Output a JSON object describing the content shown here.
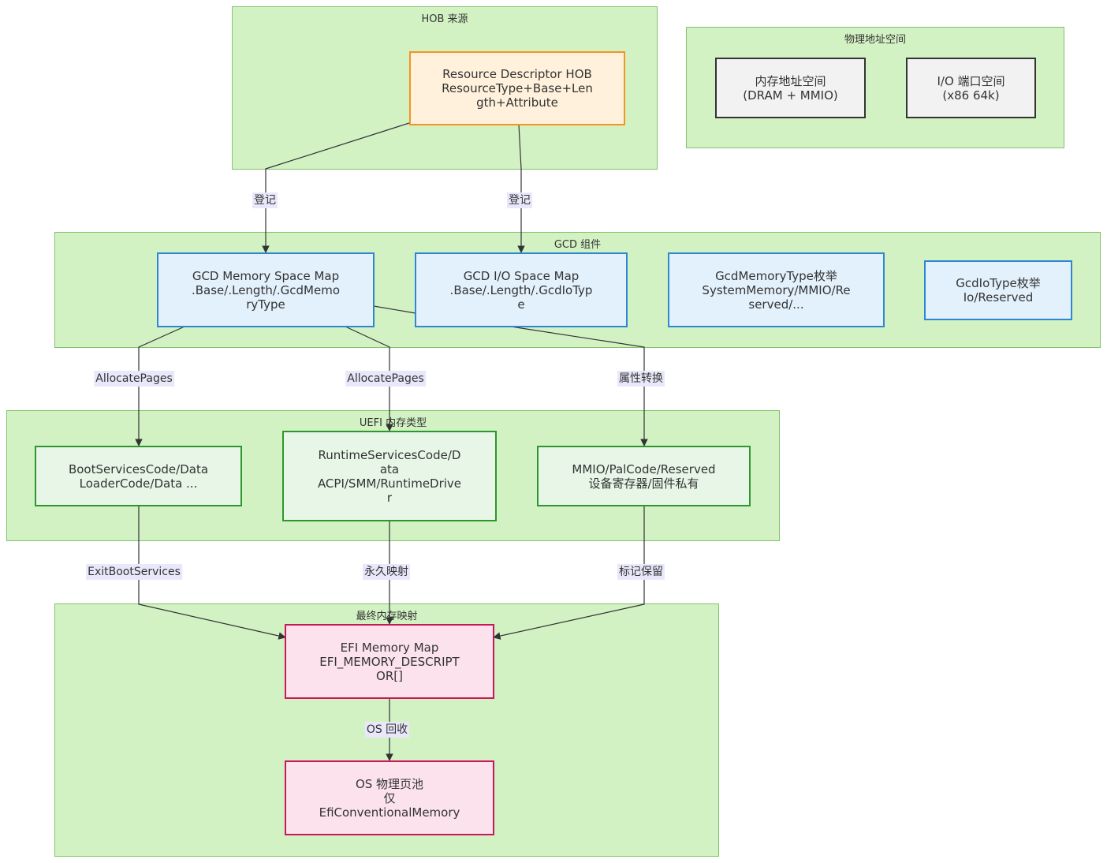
{
  "clusters": {
    "hob": "HOB 来源",
    "physical": "物理地址空间",
    "gcd": "GCD 组件",
    "uefi": "UEFI 内存类型",
    "final": "最终内存映射"
  },
  "nodes": {
    "resource_hob": [
      "Resource Descriptor HOB",
      "ResourceType+Base+Len",
      "gth+Attribute"
    ],
    "mem_space": [
      "内存地址空间",
      "(DRAM + MMIO)"
    ],
    "io_space": [
      "I/O 端口空间",
      "(x86 64k)"
    ],
    "gcd_mem_map": [
      "GCD Memory Space Map",
      ".Base/.Length/.GcdMemo",
      "ryType"
    ],
    "gcd_io_map": [
      "GCD I/O Space Map",
      ".Base/.Length/.GcdIoTyp",
      "e"
    ],
    "gcd_mem_type": [
      "GcdMemoryType枚举",
      "SystemMemory/MMIO/Re",
      "served/..."
    ],
    "gcd_io_type": [
      "GcdIoType枚举",
      "Io/Reserved"
    ],
    "boot_services": [
      "BootServicesCode/Data",
      "LoaderCode/Data ..."
    ],
    "runtime_services": [
      "RuntimeServicesCode/D",
      "ata",
      "ACPI/SMM/RuntimeDrive",
      "r"
    ],
    "mmio_pal": [
      "MMIO/PalCode/Reserved",
      "设备寄存器/固件私有"
    ],
    "efi_memory_map": [
      "EFI Memory Map",
      "EFI_MEMORY_DESCRIPT",
      "OR[]"
    ],
    "os_pool": [
      "OS 物理页池",
      "仅",
      "EfiConventionalMemory"
    ]
  },
  "edges": {
    "register_1": "登记",
    "register_2": "登记",
    "allocate_1": "AllocatePages",
    "allocate_2": "AllocatePages",
    "attr_convert": "属性转换",
    "exit_boot": "ExitBootServices",
    "permanent_map": "永久映射",
    "mark_reserved": "标记保留",
    "os_reclaim": "OS 回收"
  },
  "colors": {
    "cluster_fill": "#d3f2c4",
    "edge": "#333333",
    "label_bg": "#e9e8fb"
  }
}
